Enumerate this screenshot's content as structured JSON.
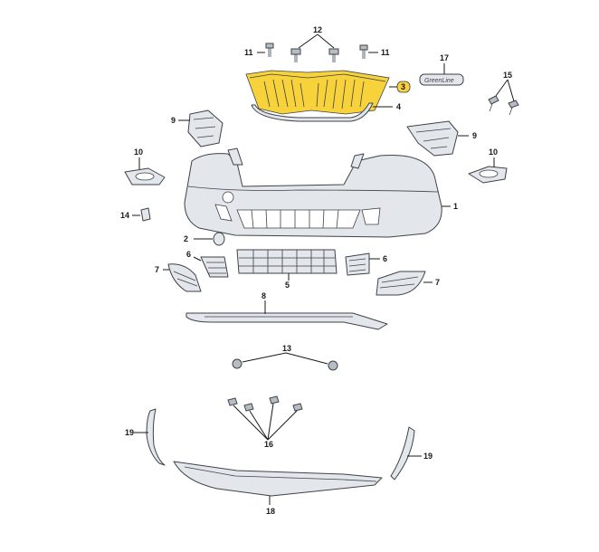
{
  "highlight_color": "#f7d23a",
  "badge_text": "GreenLine",
  "callouts": {
    "c1": "1",
    "c2": "2",
    "c3": "3",
    "c4": "4",
    "c5": "5",
    "c6a": "6",
    "c6b": "6",
    "c7a": "7",
    "c7b": "7",
    "c8": "8",
    "c9a": "9",
    "c9b": "9",
    "c10a": "10",
    "c10b": "10",
    "c11a": "11",
    "c11b": "11",
    "c12": "12",
    "c13": "13",
    "c14": "14",
    "c15": "15",
    "c16": "16",
    "c17": "17",
    "c18": "18",
    "c19a": "19",
    "c19b": "19"
  }
}
